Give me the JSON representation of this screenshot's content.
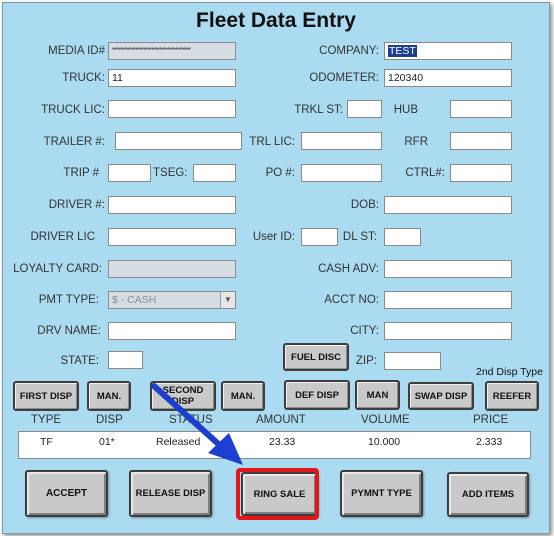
{
  "window": {
    "title": "Fleet Data Entry"
  },
  "fields": {
    "media_id": {
      "label": "MEDIA ID#",
      "value": "******************************"
    },
    "company": {
      "label": "COMPANY:",
      "value": "TEST"
    },
    "truck": {
      "label": "TRUCK:",
      "value": "11"
    },
    "odometer": {
      "label": "ODOMETER:",
      "value": "120340"
    },
    "truck_lic": {
      "label": "TRUCK LIC:",
      "value": ""
    },
    "trkl_st": {
      "label": "TRKL ST:",
      "value": ""
    },
    "hub": {
      "label": "HUB",
      "value": ""
    },
    "trailer": {
      "label": "TRAILER #:",
      "value": ""
    },
    "trl_lic": {
      "label": "TRL LIC:",
      "value": ""
    },
    "rfr": {
      "label": "RFR",
      "value": ""
    },
    "trip": {
      "label": "TRIP #",
      "value": ""
    },
    "tseg": {
      "label": "TSEG:",
      "value": ""
    },
    "po": {
      "label": "PO #:",
      "value": ""
    },
    "ctrl": {
      "label": "CTRL#:",
      "value": ""
    },
    "driver": {
      "label": "DRIVER #:",
      "value": ""
    },
    "dob": {
      "label": "DOB:",
      "value": ""
    },
    "driver_lic": {
      "label": "DRIVER LIC",
      "value": ""
    },
    "user_id": {
      "label": "User ID:",
      "value": ""
    },
    "dl_st": {
      "label": "DL ST:",
      "value": ""
    },
    "loyalty_card": {
      "label": "LOYALTY CARD:",
      "value": ""
    },
    "cash_adv": {
      "label": "CASH ADV:",
      "value": ""
    },
    "pmt_type": {
      "label": "PMT TYPE:",
      "value": "$ - CASH"
    },
    "acct_no": {
      "label": "ACCT NO:",
      "value": ""
    },
    "drv_name": {
      "label": "DRV NAME:",
      "value": ""
    },
    "city": {
      "label": "CITY:",
      "value": ""
    },
    "state": {
      "label": "STATE:",
      "value": ""
    },
    "zip": {
      "label": "ZIP:",
      "value": ""
    }
  },
  "buttons": {
    "fuel_disc": "FUEL DISC",
    "first_disp": "FIRST DISP",
    "man1": "MAN.",
    "second_disp": "SECOND DISP",
    "man2": "MAN.",
    "def_disp": "DEF DISP",
    "man3": "MAN",
    "swap_disp": "SWAP DISP",
    "reefer": "REEFER",
    "second_disp_type": "2nd Disp Type",
    "accept": "ACCEPT",
    "release_disp": "RELEASE DISP",
    "ring_sale": "RING SALE",
    "pymnt_type": "PYMNT TYPE",
    "add_items": "ADD ITEMS"
  },
  "table": {
    "headers": [
      "TYPE",
      "DISP",
      "STATUS",
      "AMOUNT",
      "VOLUME",
      "PRICE"
    ],
    "rows": [
      {
        "type": "TF",
        "disp": "01*",
        "status": "Released",
        "amount": "23.33",
        "volume": "10.000",
        "price": "2.333"
      }
    ]
  },
  "colors": {
    "background": "#abdbf1",
    "highlight": "#e3161a",
    "arrow": "#1d3fd1"
  }
}
